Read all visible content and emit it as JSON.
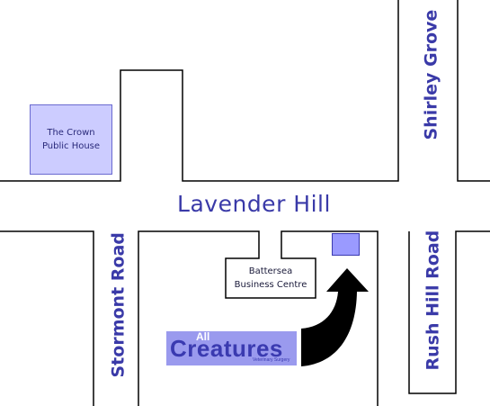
{
  "streets": {
    "lavender_hill": "Lavender Hill",
    "shirley_grove": "Shirley Grove",
    "stormont_road": "Stormont Road",
    "rush_hill_road": "Rush Hill Road"
  },
  "landmarks": {
    "crown": {
      "line1": "The Crown",
      "line2": "Public House"
    },
    "battersea": {
      "line1": "Battersea",
      "line2": "Business Centre"
    }
  },
  "logo": {
    "top": "All",
    "main": "Creatures",
    "sub": "Veterinary Surgery"
  },
  "colors": {
    "street_text": "#3a3aa8",
    "landmark_fill": "#ccccff",
    "logo_fill": "#9a9aee",
    "marker_fill": "#9a9aff",
    "arrow": "#000000"
  }
}
